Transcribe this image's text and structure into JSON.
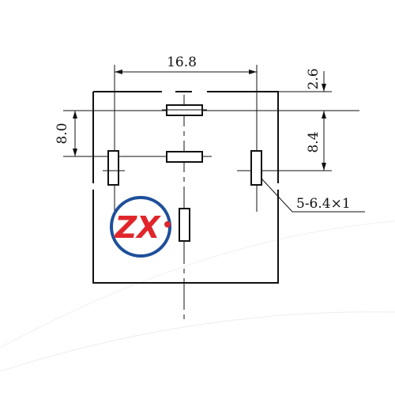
{
  "diagram": {
    "dimensions": {
      "width_top": "16.8",
      "left_vertical": "8.0",
      "right_top_vertical": "2.6",
      "right_vertical": "8.4",
      "pin_callout": "5-6.4×1"
    },
    "logo": {
      "text": "ZX",
      "ring_color": "#1e4f9a",
      "text_color": "#e0262b",
      "dot_color": "#e0262b"
    }
  }
}
